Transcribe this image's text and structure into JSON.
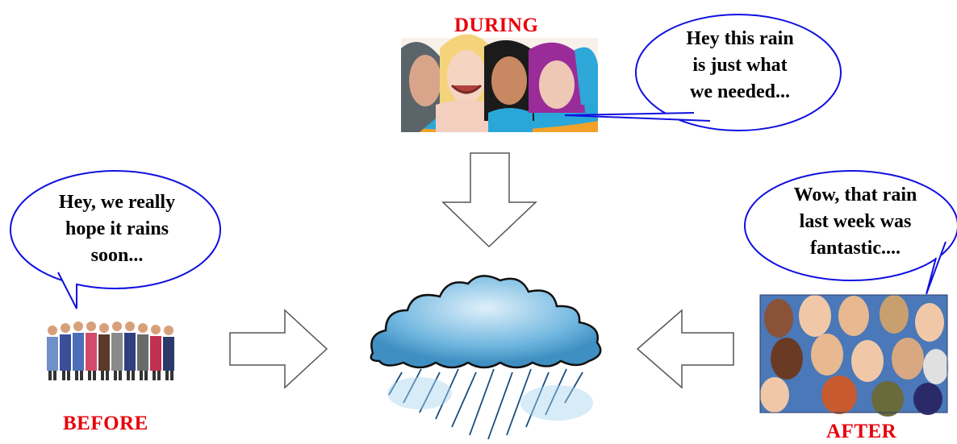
{
  "labels": {
    "during": "DURING",
    "before": "BEFORE",
    "after": "AFTER"
  },
  "bubbles": {
    "during": [
      "Hey this rain",
      "is just what",
      "we needed..."
    ],
    "before": [
      "Hey, we really",
      "hope it rains",
      "soon..."
    ],
    "after": [
      "Wow, that rain",
      "last week was",
      "fantastic...."
    ]
  },
  "colors": {
    "label": "#e8000b",
    "bubble_outline": "#1010e0",
    "arrow_outline": "#555555"
  }
}
